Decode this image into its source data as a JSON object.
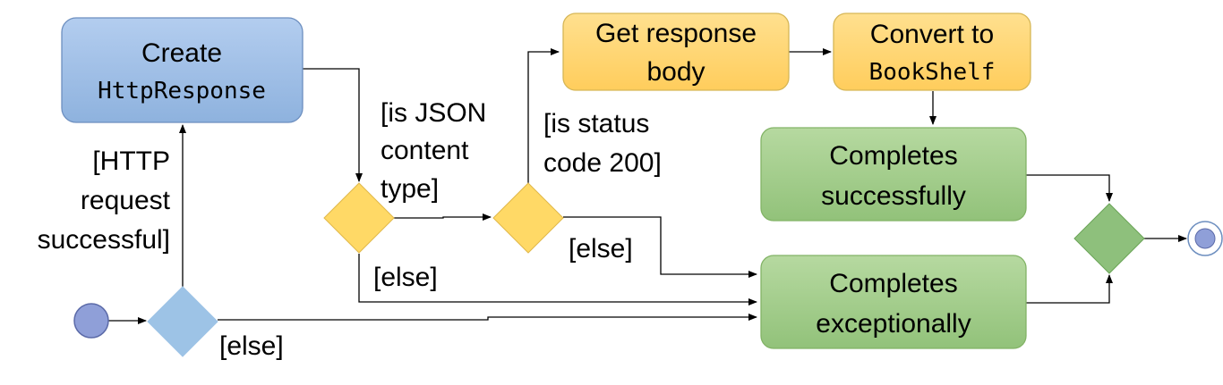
{
  "nodes": {
    "create_response": {
      "label_line1": "Create",
      "label_line2": "HttpResponse"
    },
    "get_body": {
      "label_line1": "Get response",
      "label_line2": "body"
    },
    "convert": {
      "label_line1": "Convert to",
      "label_line2": "BookShelf"
    },
    "completes_successfully": {
      "label_line1": "Completes",
      "label_line2": "successfully"
    },
    "completes_exceptionally": {
      "label_line1": "Completes",
      "label_line2": "exceptionally"
    }
  },
  "guards": {
    "http_request_successful": [
      "[HTTP",
      "request",
      "successful]"
    ],
    "is_json_content_type": [
      "[is JSON",
      "content",
      "type]"
    ],
    "is_status_code_200": [
      "[is status",
      "code 200]"
    ],
    "else_http": "[else]",
    "else_json": "[else]",
    "else_status": "[else]"
  },
  "colors": {
    "blue_fill": "#9dbfe5",
    "blue_stroke": "#6c8ebf",
    "orange_fill": "#ffd777",
    "orange_stroke": "#d6b656",
    "green_fill": "#a8d08d",
    "green_stroke": "#82b366",
    "node_fill": "#8f9fd8",
    "node_stroke": "#5b6aa8",
    "final_ring": "#6c8ebf"
  }
}
